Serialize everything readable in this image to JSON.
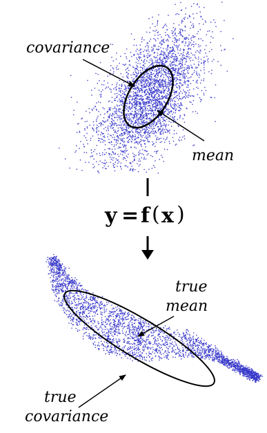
{
  "labels": {
    "covariance": "covariance",
    "mean": "mean",
    "true_mean_line1": "true",
    "true_mean_line2": "mean",
    "true_covariance_line1": "true",
    "true_covariance_line2": "covariance"
  },
  "equation": {
    "lhs": "y",
    "equals": "=",
    "func": "f",
    "open_paren": "(",
    "arg": "x",
    "close_paren": ")"
  },
  "colors": {
    "points": "#3a3acb",
    "ellipse": "#000000",
    "text": "#000000"
  }
}
